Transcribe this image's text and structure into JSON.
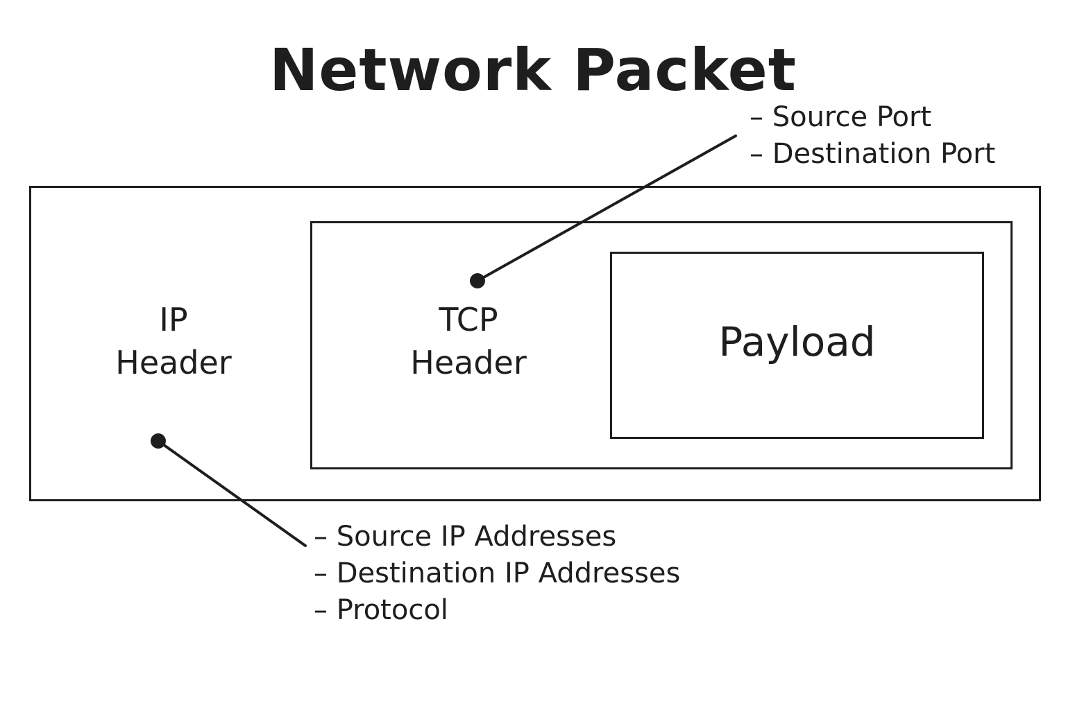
{
  "title": "Network Packet",
  "ip_header": {
    "line1": "IP",
    "line2": "Header",
    "fields": [
      "Source IP Addresses",
      "Destination IP Addresses",
      "Protocol"
    ]
  },
  "tcp_header": {
    "line1": "TCP",
    "line2": "Header",
    "fields": [
      "Source Port",
      "Destination Port"
    ]
  },
  "payload": {
    "label": "Payload"
  },
  "colors": {
    "stroke": "#1e1e1e",
    "background": "#ffffff"
  }
}
